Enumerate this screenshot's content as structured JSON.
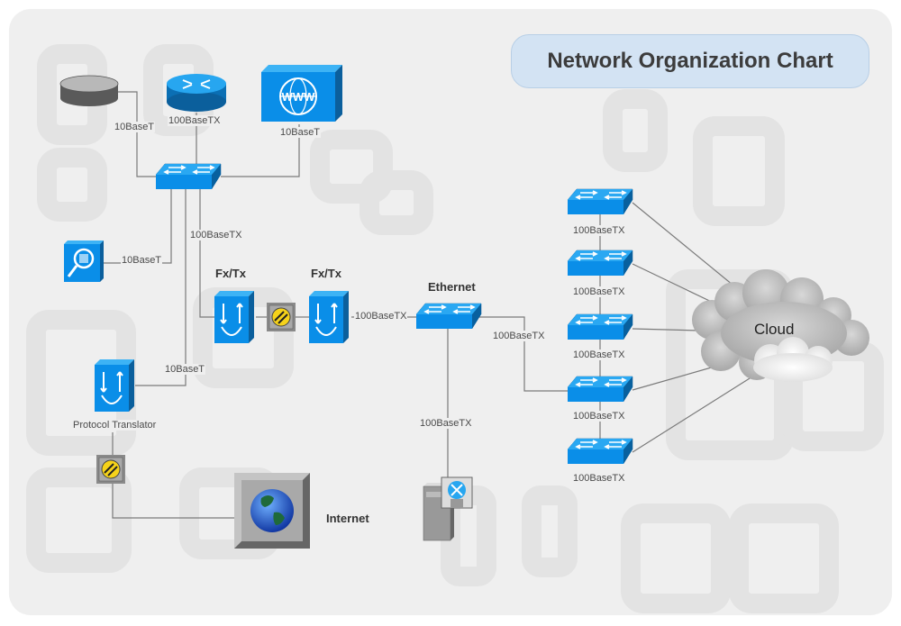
{
  "title": "Network Organization Chart",
  "nodes": {
    "disk": {
      "label": ""
    },
    "router": {
      "label": "100BaseTX"
    },
    "web_server": {
      "label": "10BaseT",
      "icon_text": "WWW"
    },
    "core_switch": {
      "label": ""
    },
    "monitor": {
      "label": "10BaseT"
    },
    "fxtx_left": {
      "label": "Fx/Tx"
    },
    "fxtx_right": {
      "label": "Fx/Tx"
    },
    "ethernet_switch": {
      "label": "Ethernet"
    },
    "protocol_translator": {
      "label": "Protocol Translator"
    },
    "internet": {
      "label": "Internet"
    },
    "cloud": {
      "label": "Cloud"
    },
    "access_switches": [
      {
        "label": "100BaseTX"
      },
      {
        "label": "100BaseTX"
      },
      {
        "label": "100BaseTX"
      },
      {
        "label": "100BaseTX"
      },
      {
        "label": "100BaseTX"
      }
    ]
  },
  "links": {
    "disk_to_switch": "10BaseT",
    "switch_to_fxtx": "100BaseTX",
    "translator_to_switch": "10BaseT",
    "fxtx_to_ethernet": "100BaseTX",
    "ethernet_to_access": "100BaseTX",
    "ethernet_to_server": "100BaseTX"
  },
  "colors": {
    "device_blue": "#0a8ee8",
    "device_dark": "#0b5f9c",
    "background": "#efefef",
    "title_bg": "#d3e3f3"
  }
}
